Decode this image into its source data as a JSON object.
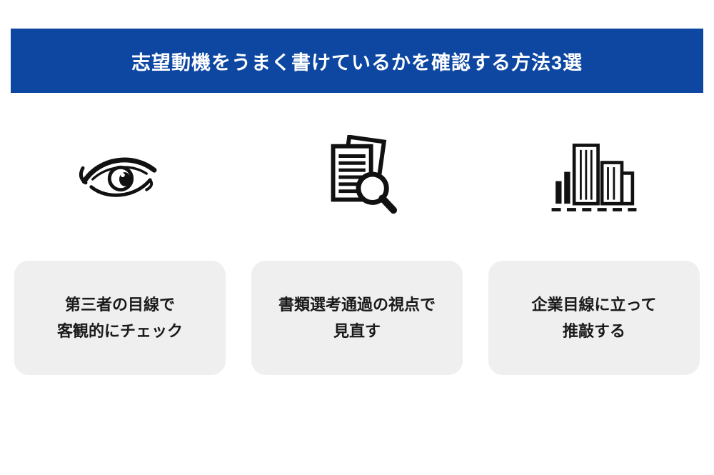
{
  "header": {
    "title": "志望動機をうまく書けているかを確認する方法3選",
    "bg_color": "#0d47a1",
    "text_color": "#ffffff"
  },
  "methods": [
    {
      "icon": "eye-icon",
      "label_line1": "第三者の目線で",
      "label_line2": "客観的にチェック"
    },
    {
      "icon": "document-magnifier-icon",
      "label_line1": "書類選考通過の視点で",
      "label_line2": "見直す"
    },
    {
      "icon": "buildings-icon",
      "label_line1": "企業目線に立って",
      "label_line2": "推敲する"
    }
  ],
  "card": {
    "bg_color": "#efefef",
    "text_color": "#1a1a1a"
  },
  "icon_color": "#111111",
  "background_color": "#ffffff"
}
